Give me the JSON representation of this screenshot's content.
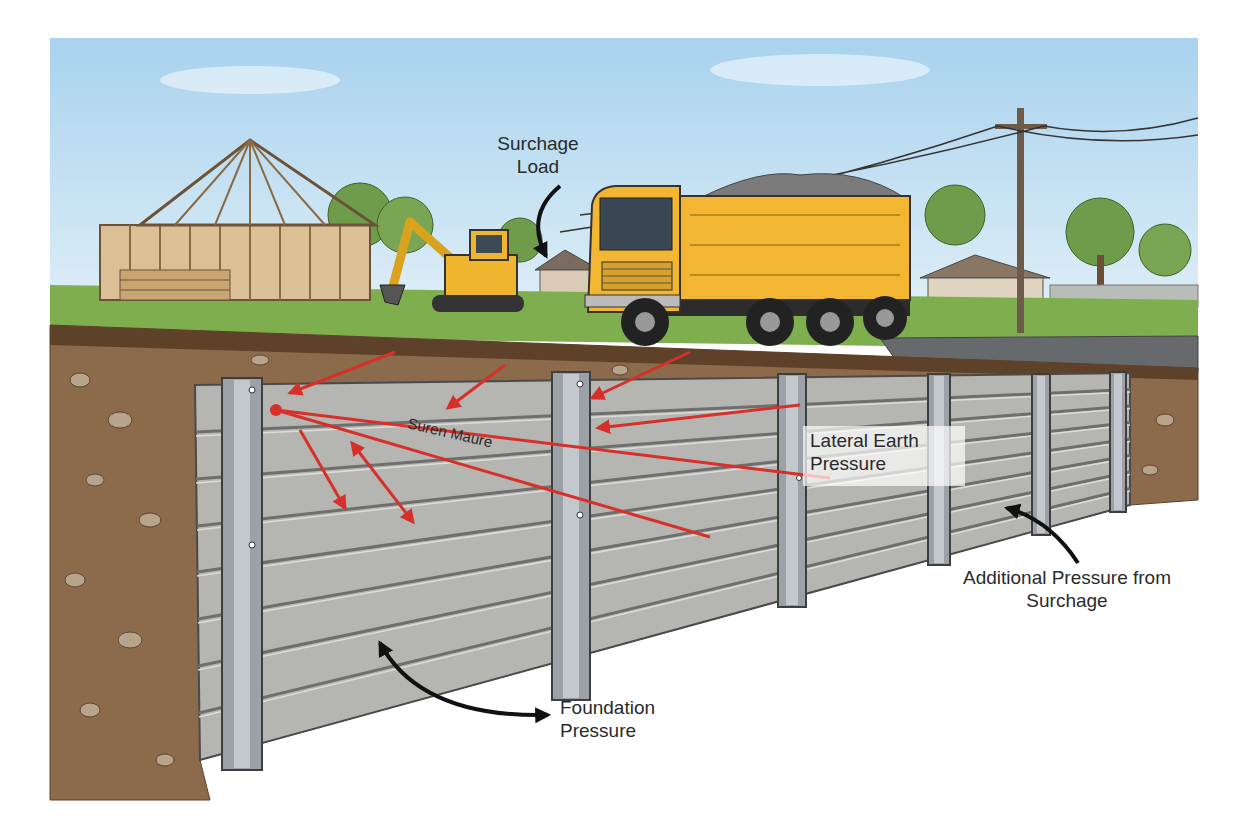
{
  "diagram": {
    "labels": [
      "Surchage Load",
      "Suren Maure",
      "Lateral Earth Pressure",
      "Additional Pressure from Surchage",
      "Foundation Pressure"
    ]
  }
}
